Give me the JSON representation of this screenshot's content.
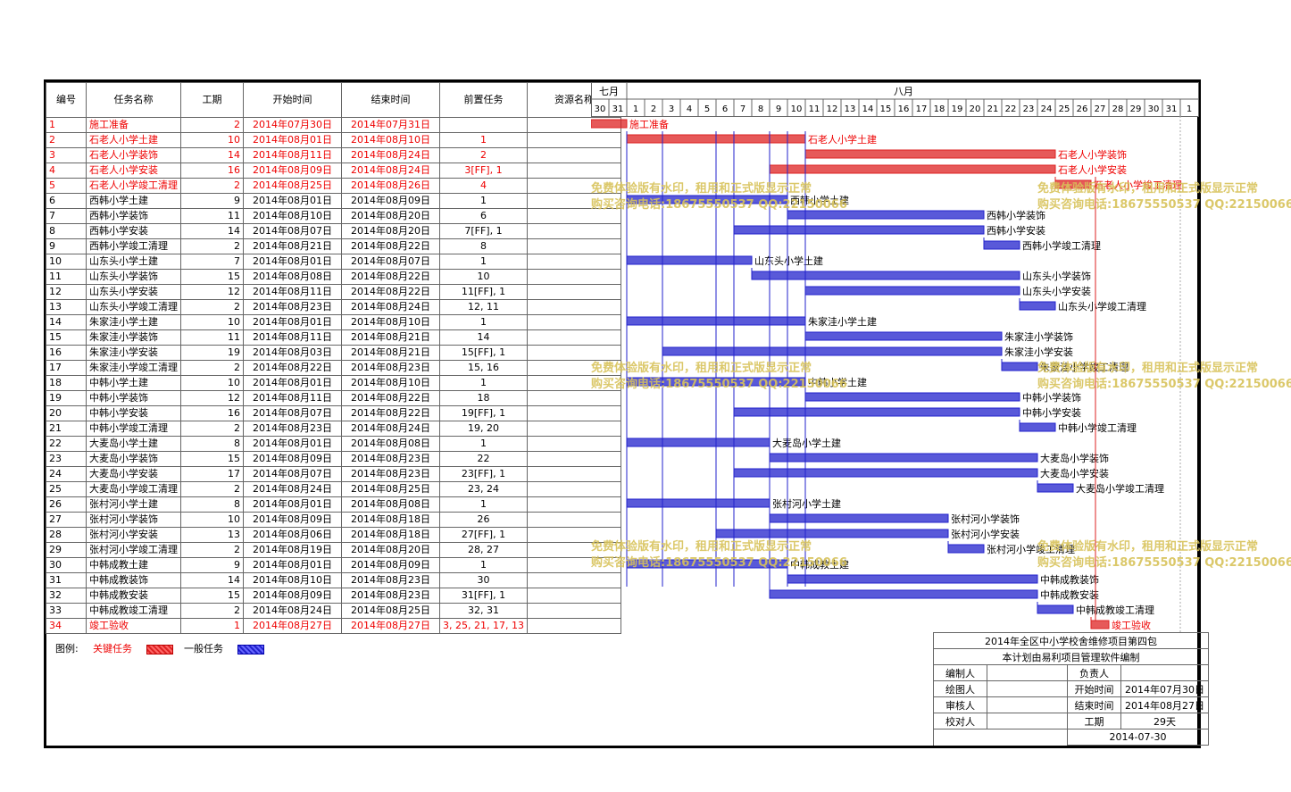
{
  "headers": {
    "id": "编号",
    "name": "任务名称",
    "duration": "工期",
    "start": "开始时间",
    "end": "结束时间",
    "pred": "前置任务",
    "resource": "资源名称"
  },
  "timeline": {
    "month1": "七月",
    "month2": "八月",
    "days": [
      "30",
      "31",
      "1",
      "2",
      "3",
      "4",
      "5",
      "6",
      "7",
      "8",
      "9",
      "10",
      "11",
      "12",
      "13",
      "14",
      "15",
      "16",
      "17",
      "18",
      "19",
      "20",
      "21",
      "22",
      "23",
      "24",
      "25",
      "26",
      "27",
      "28",
      "29",
      "30",
      "31",
      "1"
    ]
  },
  "chart_data": {
    "type": "gantt",
    "tasks": [
      {
        "id": "1",
        "name": "施工准备",
        "dur": "2",
        "start": "2014年07月30日",
        "end": "2014年07月31日",
        "pred": "",
        "critical": true,
        "s": 0,
        "d": 2,
        "label": "施工准备"
      },
      {
        "id": "2",
        "name": "石老人小学土建",
        "dur": "10",
        "start": "2014年08月01日",
        "end": "2014年08月10日",
        "pred": "1",
        "critical": true,
        "s": 2,
        "d": 10,
        "label": "石老人小学土建"
      },
      {
        "id": "3",
        "name": "石老人小学装饰",
        "dur": "14",
        "start": "2014年08月11日",
        "end": "2014年08月24日",
        "pred": "2",
        "critical": true,
        "s": 12,
        "d": 14,
        "label": "石老人小学装饰"
      },
      {
        "id": "4",
        "name": "石老人小学安装",
        "dur": "16",
        "start": "2014年08月09日",
        "end": "2014年08月24日",
        "pred": "3[FF], 1",
        "critical": true,
        "s": 10,
        "d": 16,
        "label": "石老人小学安装"
      },
      {
        "id": "5",
        "name": "石老人小学竣工清理",
        "dur": "2",
        "start": "2014年08月25日",
        "end": "2014年08月26日",
        "pred": "4",
        "critical": true,
        "s": 26,
        "d": 2,
        "label": "石老人小学竣工清理"
      },
      {
        "id": "6",
        "name": "西韩小学土建",
        "dur": "9",
        "start": "2014年08月01日",
        "end": "2014年08月09日",
        "pred": "1",
        "critical": false,
        "s": 2,
        "d": 9,
        "label": "西韩小学土建"
      },
      {
        "id": "7",
        "name": "西韩小学装饰",
        "dur": "11",
        "start": "2014年08月10日",
        "end": "2014年08月20日",
        "pred": "6",
        "critical": false,
        "s": 11,
        "d": 11,
        "label": "西韩小学装饰"
      },
      {
        "id": "8",
        "name": "西韩小学安装",
        "dur": "14",
        "start": "2014年08月07日",
        "end": "2014年08月20日",
        "pred": "7[FF], 1",
        "critical": false,
        "s": 8,
        "d": 14,
        "label": "西韩小学安装"
      },
      {
        "id": "9",
        "name": "西韩小学竣工清理",
        "dur": "2",
        "start": "2014年08月21日",
        "end": "2014年08月22日",
        "pred": "8",
        "critical": false,
        "s": 22,
        "d": 2,
        "label": "西韩小学竣工清理"
      },
      {
        "id": "10",
        "name": "山东头小学土建",
        "dur": "7",
        "start": "2014年08月01日",
        "end": "2014年08月07日",
        "pred": "1",
        "critical": false,
        "s": 2,
        "d": 7,
        "label": "山东头小学土建"
      },
      {
        "id": "11",
        "name": "山东头小学装饰",
        "dur": "15",
        "start": "2014年08月08日",
        "end": "2014年08月22日",
        "pred": "10",
        "critical": false,
        "s": 9,
        "d": 15,
        "label": "山东头小学装饰"
      },
      {
        "id": "12",
        "name": "山东头小学安装",
        "dur": "12",
        "start": "2014年08月11日",
        "end": "2014年08月22日",
        "pred": "11[FF], 1",
        "critical": false,
        "s": 12,
        "d": 12,
        "label": "山东头小学安装"
      },
      {
        "id": "13",
        "name": "山东头小学竣工清理",
        "dur": "2",
        "start": "2014年08月23日",
        "end": "2014年08月24日",
        "pred": "12, 11",
        "critical": false,
        "s": 24,
        "d": 2,
        "label": "山东头小学竣工清理"
      },
      {
        "id": "14",
        "name": "朱家洼小学土建",
        "dur": "10",
        "start": "2014年08月01日",
        "end": "2014年08月10日",
        "pred": "1",
        "critical": false,
        "s": 2,
        "d": 10,
        "label": "朱家洼小学土建"
      },
      {
        "id": "15",
        "name": "朱家洼小学装饰",
        "dur": "11",
        "start": "2014年08月11日",
        "end": "2014年08月21日",
        "pred": "14",
        "critical": false,
        "s": 12,
        "d": 11,
        "label": "朱家洼小学装饰"
      },
      {
        "id": "16",
        "name": "朱家洼小学安装",
        "dur": "19",
        "start": "2014年08月03日",
        "end": "2014年08月21日",
        "pred": "15[FF], 1",
        "critical": false,
        "s": 4,
        "d": 19,
        "label": "朱家洼小学安装"
      },
      {
        "id": "17",
        "name": "朱家洼小学竣工清理",
        "dur": "2",
        "start": "2014年08月22日",
        "end": "2014年08月23日",
        "pred": "15, 16",
        "critical": false,
        "s": 23,
        "d": 2,
        "label": "朱家洼小学竣工清理"
      },
      {
        "id": "18",
        "name": "中韩小学土建",
        "dur": "10",
        "start": "2014年08月01日",
        "end": "2014年08月10日",
        "pred": "1",
        "critical": false,
        "s": 2,
        "d": 10,
        "label": "中韩小学土建"
      },
      {
        "id": "19",
        "name": "中韩小学装饰",
        "dur": "12",
        "start": "2014年08月11日",
        "end": "2014年08月22日",
        "pred": "18",
        "critical": false,
        "s": 12,
        "d": 12,
        "label": "中韩小学装饰"
      },
      {
        "id": "20",
        "name": "中韩小学安装",
        "dur": "16",
        "start": "2014年08月07日",
        "end": "2014年08月22日",
        "pred": "19[FF], 1",
        "critical": false,
        "s": 8,
        "d": 16,
        "label": "中韩小学安装"
      },
      {
        "id": "21",
        "name": "中韩小学竣工清理",
        "dur": "2",
        "start": "2014年08月23日",
        "end": "2014年08月24日",
        "pred": "19, 20",
        "critical": false,
        "s": 24,
        "d": 2,
        "label": "中韩小学竣工清理"
      },
      {
        "id": "22",
        "name": "大麦岛小学土建",
        "dur": "8",
        "start": "2014年08月01日",
        "end": "2014年08月08日",
        "pred": "1",
        "critical": false,
        "s": 2,
        "d": 8,
        "label": "大麦岛小学土建"
      },
      {
        "id": "23",
        "name": "大麦岛小学装饰",
        "dur": "15",
        "start": "2014年08月09日",
        "end": "2014年08月23日",
        "pred": "22",
        "critical": false,
        "s": 10,
        "d": 15,
        "label": "大麦岛小学装饰"
      },
      {
        "id": "24",
        "name": "大麦岛小学安装",
        "dur": "17",
        "start": "2014年08月07日",
        "end": "2014年08月23日",
        "pred": "23[FF], 1",
        "critical": false,
        "s": 8,
        "d": 17,
        "label": "大麦岛小学安装"
      },
      {
        "id": "25",
        "name": "大麦岛小学竣工清理",
        "dur": "2",
        "start": "2014年08月24日",
        "end": "2014年08月25日",
        "pred": "23, 24",
        "critical": false,
        "s": 25,
        "d": 2,
        "label": "大麦岛小学竣工清理"
      },
      {
        "id": "26",
        "name": "张村河小学土建",
        "dur": "8",
        "start": "2014年08月01日",
        "end": "2014年08月08日",
        "pred": "1",
        "critical": false,
        "s": 2,
        "d": 8,
        "label": "张村河小学土建"
      },
      {
        "id": "27",
        "name": "张村河小学装饰",
        "dur": "10",
        "start": "2014年08月09日",
        "end": "2014年08月18日",
        "pred": "26",
        "critical": false,
        "s": 10,
        "d": 10,
        "label": "张村河小学装饰"
      },
      {
        "id": "28",
        "name": "张村河小学安装",
        "dur": "13",
        "start": "2014年08月06日",
        "end": "2014年08月18日",
        "pred": "27[FF], 1",
        "critical": false,
        "s": 7,
        "d": 13,
        "label": "张村河小学安装"
      },
      {
        "id": "29",
        "name": "张村河小学竣工清理",
        "dur": "2",
        "start": "2014年08月19日",
        "end": "2014年08月20日",
        "pred": "28, 27",
        "critical": false,
        "s": 20,
        "d": 2,
        "label": "张村河小学竣工清理"
      },
      {
        "id": "30",
        "name": "中韩成教土建",
        "dur": "9",
        "start": "2014年08月01日",
        "end": "2014年08月09日",
        "pred": "1",
        "critical": false,
        "s": 2,
        "d": 9,
        "label": "中韩成教土建"
      },
      {
        "id": "31",
        "name": "中韩成教装饰",
        "dur": "14",
        "start": "2014年08月10日",
        "end": "2014年08月23日",
        "pred": "30",
        "critical": false,
        "s": 11,
        "d": 14,
        "label": "中韩成教装饰"
      },
      {
        "id": "32",
        "name": "中韩成教安装",
        "dur": "15",
        "start": "2014年08月09日",
        "end": "2014年08月23日",
        "pred": "31[FF], 1",
        "critical": false,
        "s": 10,
        "d": 15,
        "label": "中韩成教安装"
      },
      {
        "id": "33",
        "name": "中韩成教竣工清理",
        "dur": "2",
        "start": "2014年08月24日",
        "end": "2014年08月25日",
        "pred": "32, 31",
        "critical": false,
        "s": 25,
        "d": 2,
        "label": "中韩成教竣工清理"
      },
      {
        "id": "34",
        "name": "竣工验收",
        "dur": "1",
        "start": "2014年08月27日",
        "end": "2014年08月27日",
        "pred": "3, 25, 21, 17, 13",
        "critical": true,
        "s": 28,
        "d": 1,
        "label": "竣工验收"
      }
    ]
  },
  "legend": {
    "title": "图例:",
    "critical": "关键任务",
    "normal": "一般任务"
  },
  "info": {
    "title1": "2014年全区中小学校舍维修项目第四包",
    "title2": "本计划由易利项目管理软件编制",
    "made_by": "编制人",
    "owner": "负责人",
    "drawn_by": "绘图人",
    "start_label": "开始时间",
    "start_val": "2014年07月30日",
    "review": "审核人",
    "end_label": "结束时间",
    "end_val": "2014年08月27日",
    "check": "校对人",
    "dur_label": "工期",
    "dur_val": "29天",
    "date": "2014-07-30"
  },
  "watermark": {
    "line1": "免费体验版有水印，租用和正式版显示正常",
    "line2": "购买咨询电话:18675550537 QQ:22150066"
  },
  "colors": {
    "critical": "#dd2222",
    "normal": "#2222cc"
  }
}
